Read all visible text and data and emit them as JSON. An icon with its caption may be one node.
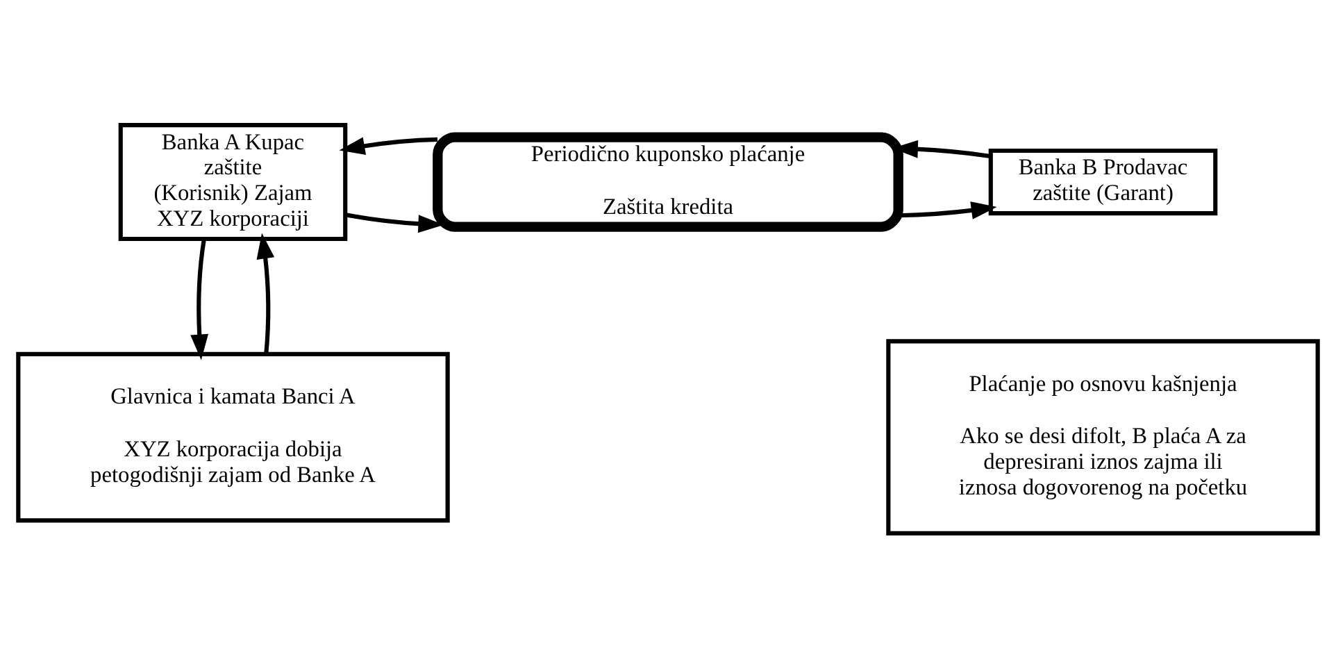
{
  "diagram": {
    "nodes": [
      {
        "text": [
          "Banka A Kupac zaštite (Korisnik) Zajam XYZ korporaciji"
        ]
      },
      {
        "text": [
          "Periodično kuponsko plaćanje",
          "Zaštita kredita"
        ]
      },
      {
        "text": [
          "Banka B Prodavac zaštite (Garant)"
        ]
      },
      {
        "text": [
          "Glavnica i kamata Banci A",
          "XYZ korporacija dobija petogodišnji zajam od Banke A"
        ]
      },
      {
        "text": [
          "Plaćanje po osnovu kašnjenja",
          "Ako se desi difolt, B plaća A za depresirani iznos zajma ili iznosa dogovorenog na početku"
        ]
      }
    ],
    "edges": [
      {
        "from": 0,
        "to": 1,
        "arrow": "to"
      },
      {
        "from": 1,
        "to": 0,
        "arrow": "to"
      },
      {
        "from": 1,
        "to": 2,
        "arrow": "to"
      },
      {
        "from": 2,
        "to": 1,
        "arrow": "to"
      },
      {
        "from": 3,
        "to": 0,
        "arrow": "to"
      },
      {
        "from": 0,
        "to": 3,
        "arrow": "to"
      }
    ]
  }
}
